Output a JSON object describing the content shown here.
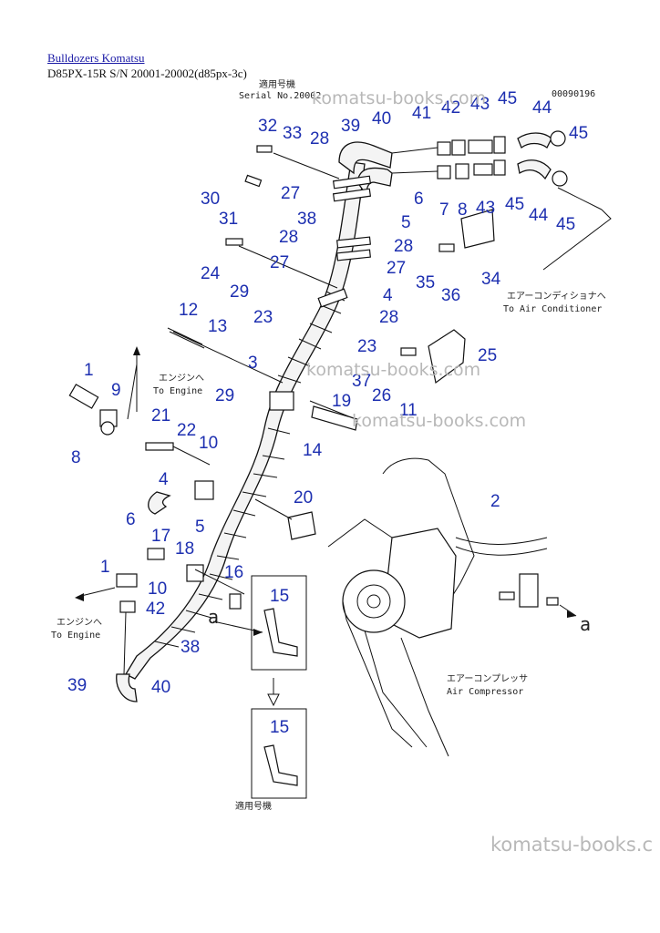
{
  "header": {
    "link_text": "Bulldozers Komatsu",
    "model_text": "D85PX-15R S/N 20001-20002(d85px-3c)"
  },
  "drawing": {
    "serial_jp": "適用号機",
    "serial_text": "Serial No.20002-",
    "drawing_code": "00090196",
    "label_to_air_conditioner_jp": "エアーコンディショナへ",
    "label_to_air_conditioner": "To Air Conditioner",
    "label_to_engine_jp_1": "エンジンへ",
    "label_to_engine_1": "To Engine",
    "label_to_engine_jp_2": "エンジンへ",
    "label_to_engine_2": "To Engine",
    "label_air_compressor_jp": "エアーコンプレッサ",
    "label_air_compressor": "Air Compressor",
    "detail_marker": "a",
    "detail_arrow_marker": "a",
    "bottom_note_jp": "適用号機"
  },
  "callouts": [
    {
      "id": "c32",
      "label": "32"
    },
    {
      "id": "c33",
      "label": "33"
    },
    {
      "id": "c28a",
      "label": "28"
    },
    {
      "id": "c39a",
      "label": "39"
    },
    {
      "id": "c40a",
      "label": "40"
    },
    {
      "id": "c41",
      "label": "41"
    },
    {
      "id": "c42a",
      "label": "42"
    },
    {
      "id": "c43a",
      "label": "43"
    },
    {
      "id": "c45a",
      "label": "45"
    },
    {
      "id": "c44a",
      "label": "44"
    },
    {
      "id": "c45b",
      "label": "45"
    },
    {
      "id": "c30",
      "label": "30"
    },
    {
      "id": "c27a",
      "label": "27"
    },
    {
      "id": "c6a",
      "label": "6"
    },
    {
      "id": "c7",
      "label": "7"
    },
    {
      "id": "c8a",
      "label": "8"
    },
    {
      "id": "c43b",
      "label": "43"
    },
    {
      "id": "c45c",
      "label": "45"
    },
    {
      "id": "c44b",
      "label": "44"
    },
    {
      "id": "c45d",
      "label": "45"
    },
    {
      "id": "c31",
      "label": "31"
    },
    {
      "id": "c38a",
      "label": "38"
    },
    {
      "id": "c5a",
      "label": "5"
    },
    {
      "id": "c28b",
      "label": "28"
    },
    {
      "id": "c28c",
      "label": "28"
    },
    {
      "id": "c27b",
      "label": "27"
    },
    {
      "id": "c27c",
      "label": "27"
    },
    {
      "id": "c24",
      "label": "24"
    },
    {
      "id": "c35",
      "label": "35"
    },
    {
      "id": "c34",
      "label": "34"
    },
    {
      "id": "c29a",
      "label": "29"
    },
    {
      "id": "c4a",
      "label": "4"
    },
    {
      "id": "c36",
      "label": "36"
    },
    {
      "id": "c12",
      "label": "12"
    },
    {
      "id": "c28d",
      "label": "28"
    },
    {
      "id": "c23a",
      "label": "23"
    },
    {
      "id": "c13",
      "label": "13"
    },
    {
      "id": "c23b",
      "label": "23"
    },
    {
      "id": "c3",
      "label": "3"
    },
    {
      "id": "c25",
      "label": "25"
    },
    {
      "id": "c1a",
      "label": "1"
    },
    {
      "id": "c9",
      "label": "9"
    },
    {
      "id": "c37",
      "label": "37"
    },
    {
      "id": "c26",
      "label": "26"
    },
    {
      "id": "c29b",
      "label": "29"
    },
    {
      "id": "c19",
      "label": "19"
    },
    {
      "id": "c11",
      "label": "11"
    },
    {
      "id": "c21",
      "label": "21"
    },
    {
      "id": "c22",
      "label": "22"
    },
    {
      "id": "c14",
      "label": "14"
    },
    {
      "id": "c8b",
      "label": "8"
    },
    {
      "id": "c10a",
      "label": "10"
    },
    {
      "id": "c4b",
      "label": "4"
    },
    {
      "id": "c20",
      "label": "20"
    },
    {
      "id": "c2",
      "label": "2"
    },
    {
      "id": "c6b",
      "label": "6"
    },
    {
      "id": "c5b",
      "label": "5"
    },
    {
      "id": "c17",
      "label": "17"
    },
    {
      "id": "c18",
      "label": "18"
    },
    {
      "id": "c1b",
      "label": "1"
    },
    {
      "id": "c10b",
      "label": "10"
    },
    {
      "id": "c16",
      "label": "16"
    },
    {
      "id": "c15a",
      "label": "15"
    },
    {
      "id": "c42b",
      "label": "42"
    },
    {
      "id": "c38b",
      "label": "38"
    },
    {
      "id": "c39b",
      "label": "39"
    },
    {
      "id": "c40b",
      "label": "40"
    },
    {
      "id": "c15b",
      "label": "15"
    }
  ],
  "watermarks": {
    "wm1": "komatsu-books.com",
    "wm2": "komatsu-books.com",
    "wm3": "komatsu-books.com",
    "wm4": "komatsu-books.c"
  },
  "colors": {
    "callout": "#1d2fb0",
    "link": "#1a1aa6",
    "watermark": "#b8b8b8"
  }
}
